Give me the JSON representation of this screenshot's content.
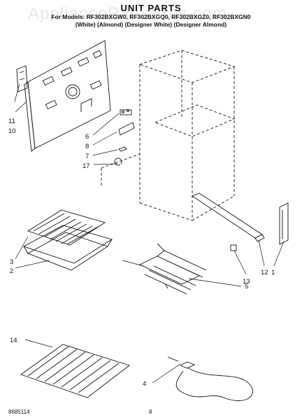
{
  "page": {
    "title": "UNIT PARTS",
    "models_line": "For Models: RF302BXGW0, RF302BXGQ0, RF302BXGZ0, RF302BXGN0",
    "colors_line": "(White)      (Almond)  (Designer White)  (Designer Almond)",
    "watermark": "AppliancePartsPros.com",
    "footer_code": "8685114",
    "footer_page": "8"
  },
  "callouts": [
    "11",
    "10",
    "6",
    "8",
    "7",
    "17",
    "3",
    "2",
    "5",
    "13",
    "12",
    "1",
    "14",
    "4"
  ]
}
